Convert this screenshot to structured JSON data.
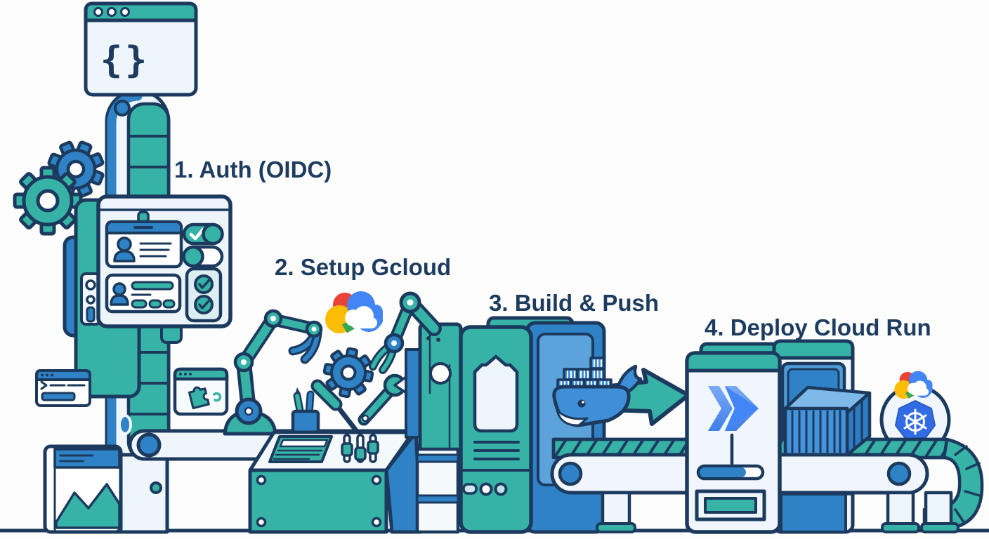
{
  "illustration": {
    "title": "CI/CD pipeline factory illustration",
    "steps": [
      {
        "label": "1. Auth (OIDC)"
      },
      {
        "label": "2. Setup Gcloud"
      },
      {
        "label": "3. Build & Push"
      },
      {
        "label": "4. Deploy Cloud Run"
      }
    ],
    "code_window": {
      "symbol": "{}"
    },
    "colors": {
      "outline_navy": "#1c3a5e",
      "teal": "#36b2a6",
      "blue": "#2f82c5",
      "panel_light": "#eef5fb",
      "docker_blue": "#3e8fd8",
      "gcloud_blue": "#4285F4",
      "gcloud_red": "#EA4335",
      "gcloud_yellow": "#FBBC05",
      "gcloud_green": "#34A853",
      "kubernetes_blue": "#326CE5",
      "cloud_run_blue": "#4285F4"
    },
    "icons": [
      "code-window-icon",
      "gear-icon",
      "id-badge-icon",
      "toggle-on-icon",
      "toggle-off-icon",
      "checklist-icon",
      "terminal-window-icon",
      "chart-window-icon",
      "puzzle-window-icon",
      "robot-arm-icon",
      "gcloud-logo-icon",
      "wrench-icon",
      "screwdriver-icon",
      "pencil-cup-icon",
      "sliders-icon",
      "docker-whale-icon",
      "push-arrow-icon",
      "conveyor-belt-icon",
      "cloud-run-icon",
      "shipping-container-icon",
      "kubernetes-icon",
      "progress-bar-icon"
    ]
  }
}
